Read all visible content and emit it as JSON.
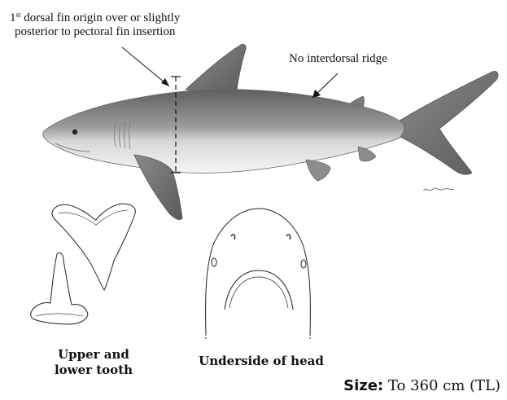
{
  "callouts": {
    "dorsal_sup": "st",
    "dorsal_pre": "1",
    "dorsal_line1": " dorsal fin origin over or slightly",
    "dorsal_line2": "posterior to pectoral fin insertion",
    "interdorsal": "No interdorsal ridge"
  },
  "captions": {
    "teeth_line1": "Upper and",
    "teeth_line2": "lower tooth",
    "head": "Underside of head"
  },
  "size": {
    "label": "Size:",
    "value": "To 360 cm (TL)"
  },
  "colors": {
    "shark_dark": "#6e6e6e",
    "shark_mid": "#9a9a9a",
    "shark_light": "#d9d9d9",
    "belly": "#f4f4f4",
    "ink": "#111111"
  },
  "icons": {
    "shark": "bull-shark-illustration",
    "teeth": "shark-teeth-line-drawing",
    "head": "shark-head-underside-line-drawing"
  }
}
